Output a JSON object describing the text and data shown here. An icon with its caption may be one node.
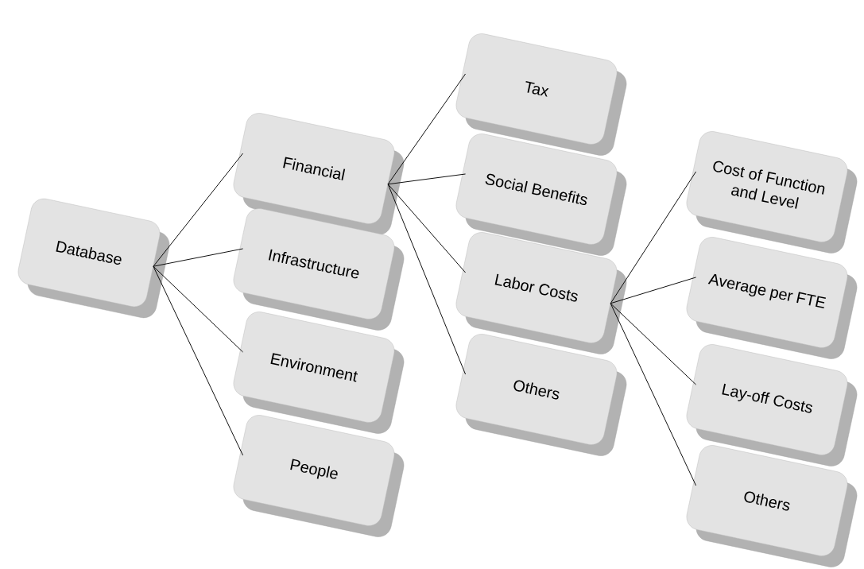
{
  "diagram": {
    "nodes": [
      {
        "text": [
          "Database"
        ]
      },
      {
        "text": [
          "Financial"
        ]
      },
      {
        "text": [
          "Infrastructure"
        ]
      },
      {
        "text": [
          "Environment"
        ]
      },
      {
        "text": [
          "People"
        ]
      },
      {
        "text": [
          "Tax"
        ]
      },
      {
        "text": [
          "Social Benefits"
        ]
      },
      {
        "text": [
          "Labor Costs"
        ]
      },
      {
        "text": [
          "Others"
        ]
      },
      {
        "text": [
          "Cost of Function and Level"
        ]
      },
      {
        "text": [
          "Average per FTE"
        ]
      },
      {
        "text": [
          "Lay-off Costs"
        ]
      },
      {
        "text": [
          "Others"
        ]
      }
    ],
    "edges": [
      {
        "from": 0,
        "to": 1,
        "arrow": "none"
      },
      {
        "from": 0,
        "to": 2,
        "arrow": "none"
      },
      {
        "from": 0,
        "to": 3,
        "arrow": "none"
      },
      {
        "from": 0,
        "to": 4,
        "arrow": "none"
      },
      {
        "from": 1,
        "to": 5,
        "arrow": "none"
      },
      {
        "from": 1,
        "to": 6,
        "arrow": "none"
      },
      {
        "from": 1,
        "to": 7,
        "arrow": "none"
      },
      {
        "from": 1,
        "to": 8,
        "arrow": "none"
      },
      {
        "from": 7,
        "to": 9,
        "arrow": "none"
      },
      {
        "from": 7,
        "to": 10,
        "arrow": "none"
      },
      {
        "from": 7,
        "to": 11,
        "arrow": "none"
      },
      {
        "from": 7,
        "to": 12,
        "arrow": "none"
      }
    ]
  }
}
